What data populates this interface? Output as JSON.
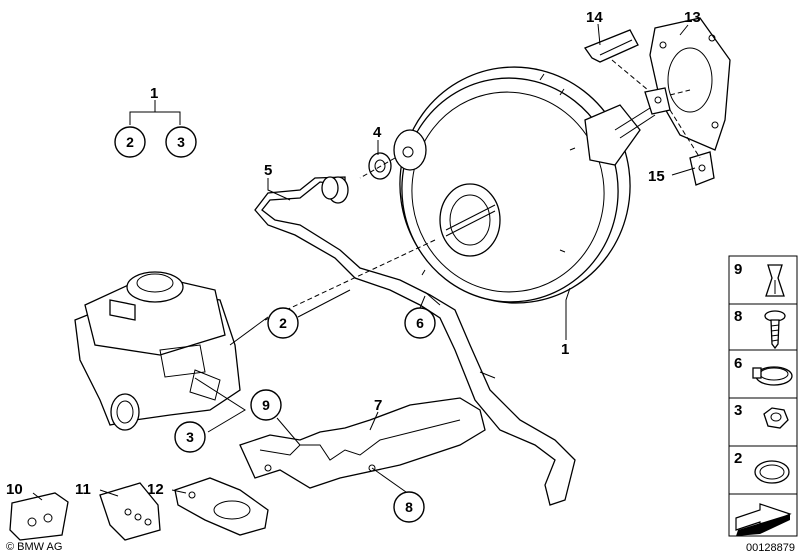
{
  "callouts": {
    "c1_top": "1",
    "c2_top": "2",
    "c3_top": "3",
    "c4": "4",
    "c5": "5",
    "c2_mid": "2",
    "c6": "6",
    "c1_right": "1",
    "c3_low": "3",
    "c9": "9",
    "c7": "7",
    "c8": "8",
    "c10": "10",
    "c11": "11",
    "c12": "12",
    "c13": "13",
    "c14": "14",
    "c15": "15"
  },
  "legend": {
    "items": [
      {
        "number": "9",
        "icon": "clip-nut-icon"
      },
      {
        "number": "8",
        "icon": "screw-icon"
      },
      {
        "number": "6",
        "icon": "hose-clamp-icon"
      },
      {
        "number": "3",
        "icon": "hex-nut-icon"
      },
      {
        "number": "2",
        "icon": "seal-ring-icon"
      }
    ],
    "arrow_icon": "direction-arrow-icon"
  },
  "footer": {
    "copyright": "© BMW AG",
    "drawing_number": "00128879"
  }
}
